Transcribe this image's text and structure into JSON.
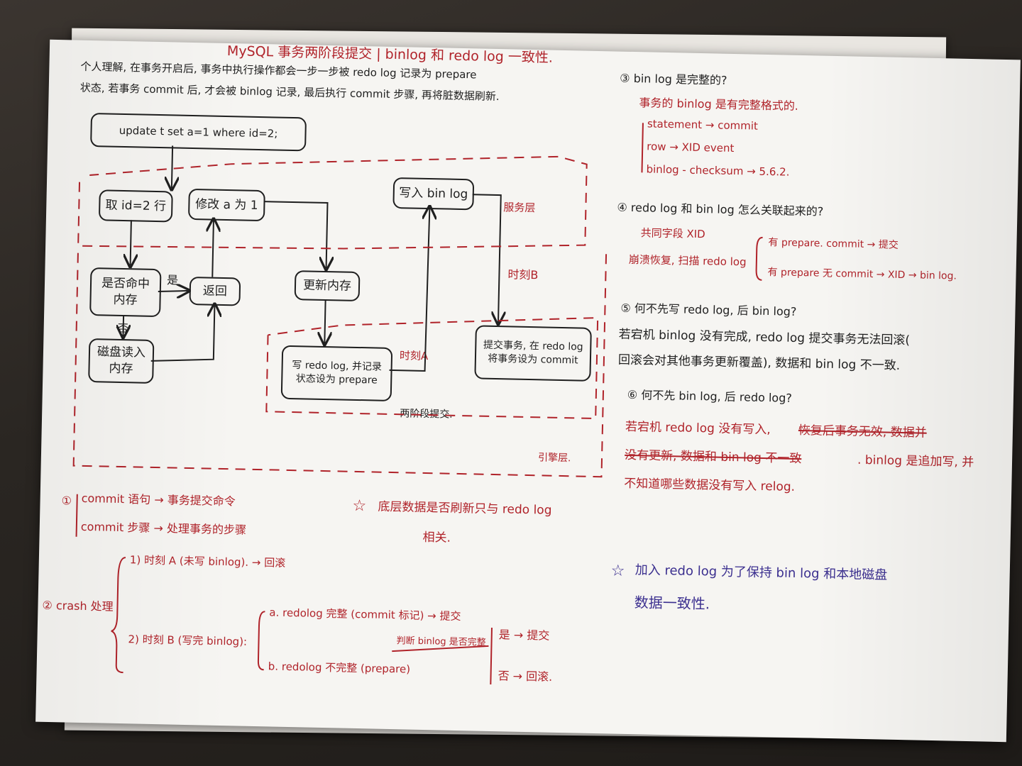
{
  "back_sheet_peek": "",
  "title": "MySQL 事务两阶段提交 | binlog 和 redo log 一致性.",
  "intro": [
    "个人理解, 在事务开启后, 事务中执行操作都会一步一步被 redo log 记录为 prepare",
    "状态, 若事务 commit 后, 才会被 binlog 记录, 最后执行 commit 步骤, 再将脏数据刷新."
  ],
  "diagram": {
    "sql_box": "update   t   set   a=1   where   id=2;",
    "fetch_box": "取 id=2 行",
    "modify_box": "修改 a 为 1",
    "hit_box": "是否命中\n内存",
    "yes_label": "是",
    "return_box": "返回",
    "no_label": "否",
    "disk_box": "磁盘读入\n内存",
    "update_mem_box": "更新内存",
    "write_redo_box": "写 redo log, 并记录\n状态设为 prepare",
    "moment_a": "时刻A",
    "write_binlog_box": "写入 bin log",
    "server_layer": "服务层",
    "moment_b": "时刻B",
    "commit_box": "提交事务, 在 redo log\n将事务设为 commit",
    "two_phase": "两阶段提交.",
    "engine_layer": "引擎层."
  },
  "note1": {
    "num": "①",
    "lines": [
      "commit 语句 → 事务提交命令",
      "commit 步骤 → 处理事务的步骤"
    ]
  },
  "star_note_mid": {
    "line1": "底层数据是否刷新只与 redo log",
    "line2": "相关."
  },
  "crash": {
    "label": "② crash 处理",
    "a": "1) 时刻 A (未写 binlog).   → 回滚",
    "b": "2) 时刻 B (写完 binlog):",
    "b_a": "a. redolog 完整 (commit 标记) → 提交",
    "b_b": "b. redolog 不完整 (prepare)",
    "judge": "判断 binlog 是否完整",
    "yes": "是 → 提交",
    "no": "否 → 回滚."
  },
  "q3": {
    "title": "③ bin log 是完整的?",
    "sub": "事务的 binlog 是有完整格式的.",
    "items": [
      "statement   →  commit",
      "row      →  XID event",
      "binlog - checksum    →  5.6.2."
    ]
  },
  "q4": {
    "title": "④ redo log 和 bin log 怎么关联起来的?",
    "common": "共同字段 XID",
    "crash_scan": "崩溃恢复, 扫描 redo log",
    "c1": "有 prepare. commit → 提交",
    "c2": "有 prepare 无 commit → XID → bin log."
  },
  "q5": {
    "title": "⑤ 何不先写 redo log, 后 bin log?",
    "line1": "若宕机 binlog 没有完成, redo log 提交事务无法回滚(",
    "line2": "回滚会对其他事务更新覆盖), 数据和 bin log 不一致."
  },
  "q6": {
    "title": "⑥ 何不先 bin log, 后 redo log?",
    "line1a": "若宕机 redo log 没有写入,",
    "line1b": "恢复后事务无效, 数据并",
    "line2a": "没有更新, 数据和 bin log 不一致",
    "line2b": ". binlog 是追加写, 并",
    "line3": "不知道哪些数据没有写入 relog."
  },
  "star_note_right": {
    "line1": "加入 redo log 为了保持 bin log 和本地磁盘",
    "line2": "数据一致性."
  },
  "icons": {
    "star": "star-icon"
  },
  "colors": {
    "ink_black": "#1f1f1f",
    "ink_red": "#b0232a",
    "ink_purple": "#3b2f8f",
    "paper": "#f6f5f2"
  }
}
